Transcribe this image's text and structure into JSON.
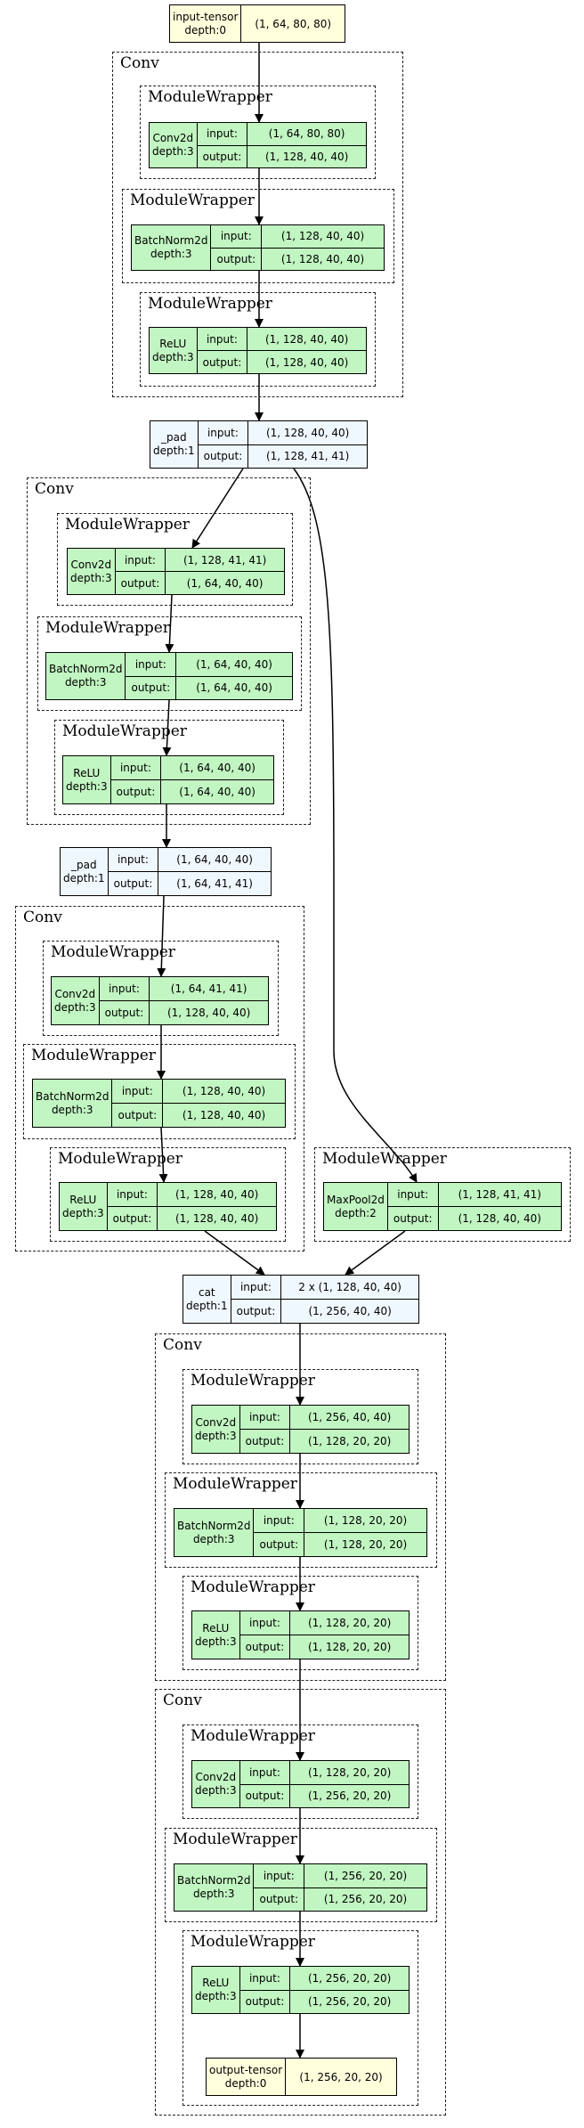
{
  "labels": {
    "conv": "Conv",
    "wrapper": "ModuleWrapper",
    "input": "input:",
    "output": "output:"
  },
  "nodes": {
    "input_tensor": {
      "name": "input-tensor",
      "depth": "depth:0",
      "value": "(1, 64, 80, 80)"
    },
    "conv1": {
      "name": "Conv2d",
      "depth": "depth:3",
      "input": "(1, 64, 80, 80)",
      "output": "(1, 128, 40, 40)"
    },
    "bn1": {
      "name": "BatchNorm2d",
      "depth": "depth:3",
      "input": "(1, 128, 40, 40)",
      "output": "(1, 128, 40, 40)"
    },
    "relu1": {
      "name": "ReLU",
      "depth": "depth:3",
      "input": "(1, 128, 40, 40)",
      "output": "(1, 128, 40, 40)"
    },
    "pad1": {
      "name": "_pad",
      "depth": "depth:1",
      "input": "(1, 128, 40, 40)",
      "output": "(1, 128, 41, 41)"
    },
    "conv2": {
      "name": "Conv2d",
      "depth": "depth:3",
      "input": "(1, 128, 41, 41)",
      "output": "(1, 64, 40, 40)"
    },
    "bn2": {
      "name": "BatchNorm2d",
      "depth": "depth:3",
      "input": "(1, 64, 40, 40)",
      "output": "(1, 64, 40, 40)"
    },
    "relu2": {
      "name": "ReLU",
      "depth": "depth:3",
      "input": "(1, 64, 40, 40)",
      "output": "(1, 64, 40, 40)"
    },
    "pad2": {
      "name": "_pad",
      "depth": "depth:1",
      "input": "(1, 64, 40, 40)",
      "output": "(1, 64, 41, 41)"
    },
    "conv3": {
      "name": "Conv2d",
      "depth": "depth:3",
      "input": "(1, 64, 41, 41)",
      "output": "(1, 128, 40, 40)"
    },
    "bn3": {
      "name": "BatchNorm2d",
      "depth": "depth:3",
      "input": "(1, 128, 40, 40)",
      "output": "(1, 128, 40, 40)"
    },
    "relu3": {
      "name": "ReLU",
      "depth": "depth:3",
      "input": "(1, 128, 40, 40)",
      "output": "(1, 128, 40, 40)"
    },
    "maxpool": {
      "name": "MaxPool2d",
      "depth": "depth:2",
      "input": "(1, 128, 41, 41)",
      "output": "(1, 128, 40, 40)"
    },
    "cat": {
      "name": "cat",
      "depth": "depth:1",
      "input": "2 x (1, 128, 40, 40)",
      "output": "(1, 256, 40, 40)"
    },
    "conv4": {
      "name": "Conv2d",
      "depth": "depth:3",
      "input": "(1, 256, 40, 40)",
      "output": "(1, 128, 20, 20)"
    },
    "bn4": {
      "name": "BatchNorm2d",
      "depth": "depth:3",
      "input": "(1, 128, 20, 20)",
      "output": "(1, 128, 20, 20)"
    },
    "relu4": {
      "name": "ReLU",
      "depth": "depth:3",
      "input": "(1, 128, 20, 20)",
      "output": "(1, 128, 20, 20)"
    },
    "conv5": {
      "name": "Conv2d",
      "depth": "depth:3",
      "input": "(1, 128, 20, 20)",
      "output": "(1, 256, 20, 20)"
    },
    "bn5": {
      "name": "BatchNorm2d",
      "depth": "depth:3",
      "input": "(1, 256, 20, 20)",
      "output": "(1, 256, 20, 20)"
    },
    "relu5": {
      "name": "ReLU",
      "depth": "depth:3",
      "input": "(1, 256, 20, 20)",
      "output": "(1, 256, 20, 20)"
    },
    "output_tensor": {
      "name": "output-tensor",
      "depth": "depth:0",
      "value": "(1, 256, 20, 20)"
    }
  },
  "colors": {
    "module": "#c1f5c1",
    "function": "#f0f8ff",
    "tensor": "#ffffdc",
    "edge": "#000000"
  }
}
